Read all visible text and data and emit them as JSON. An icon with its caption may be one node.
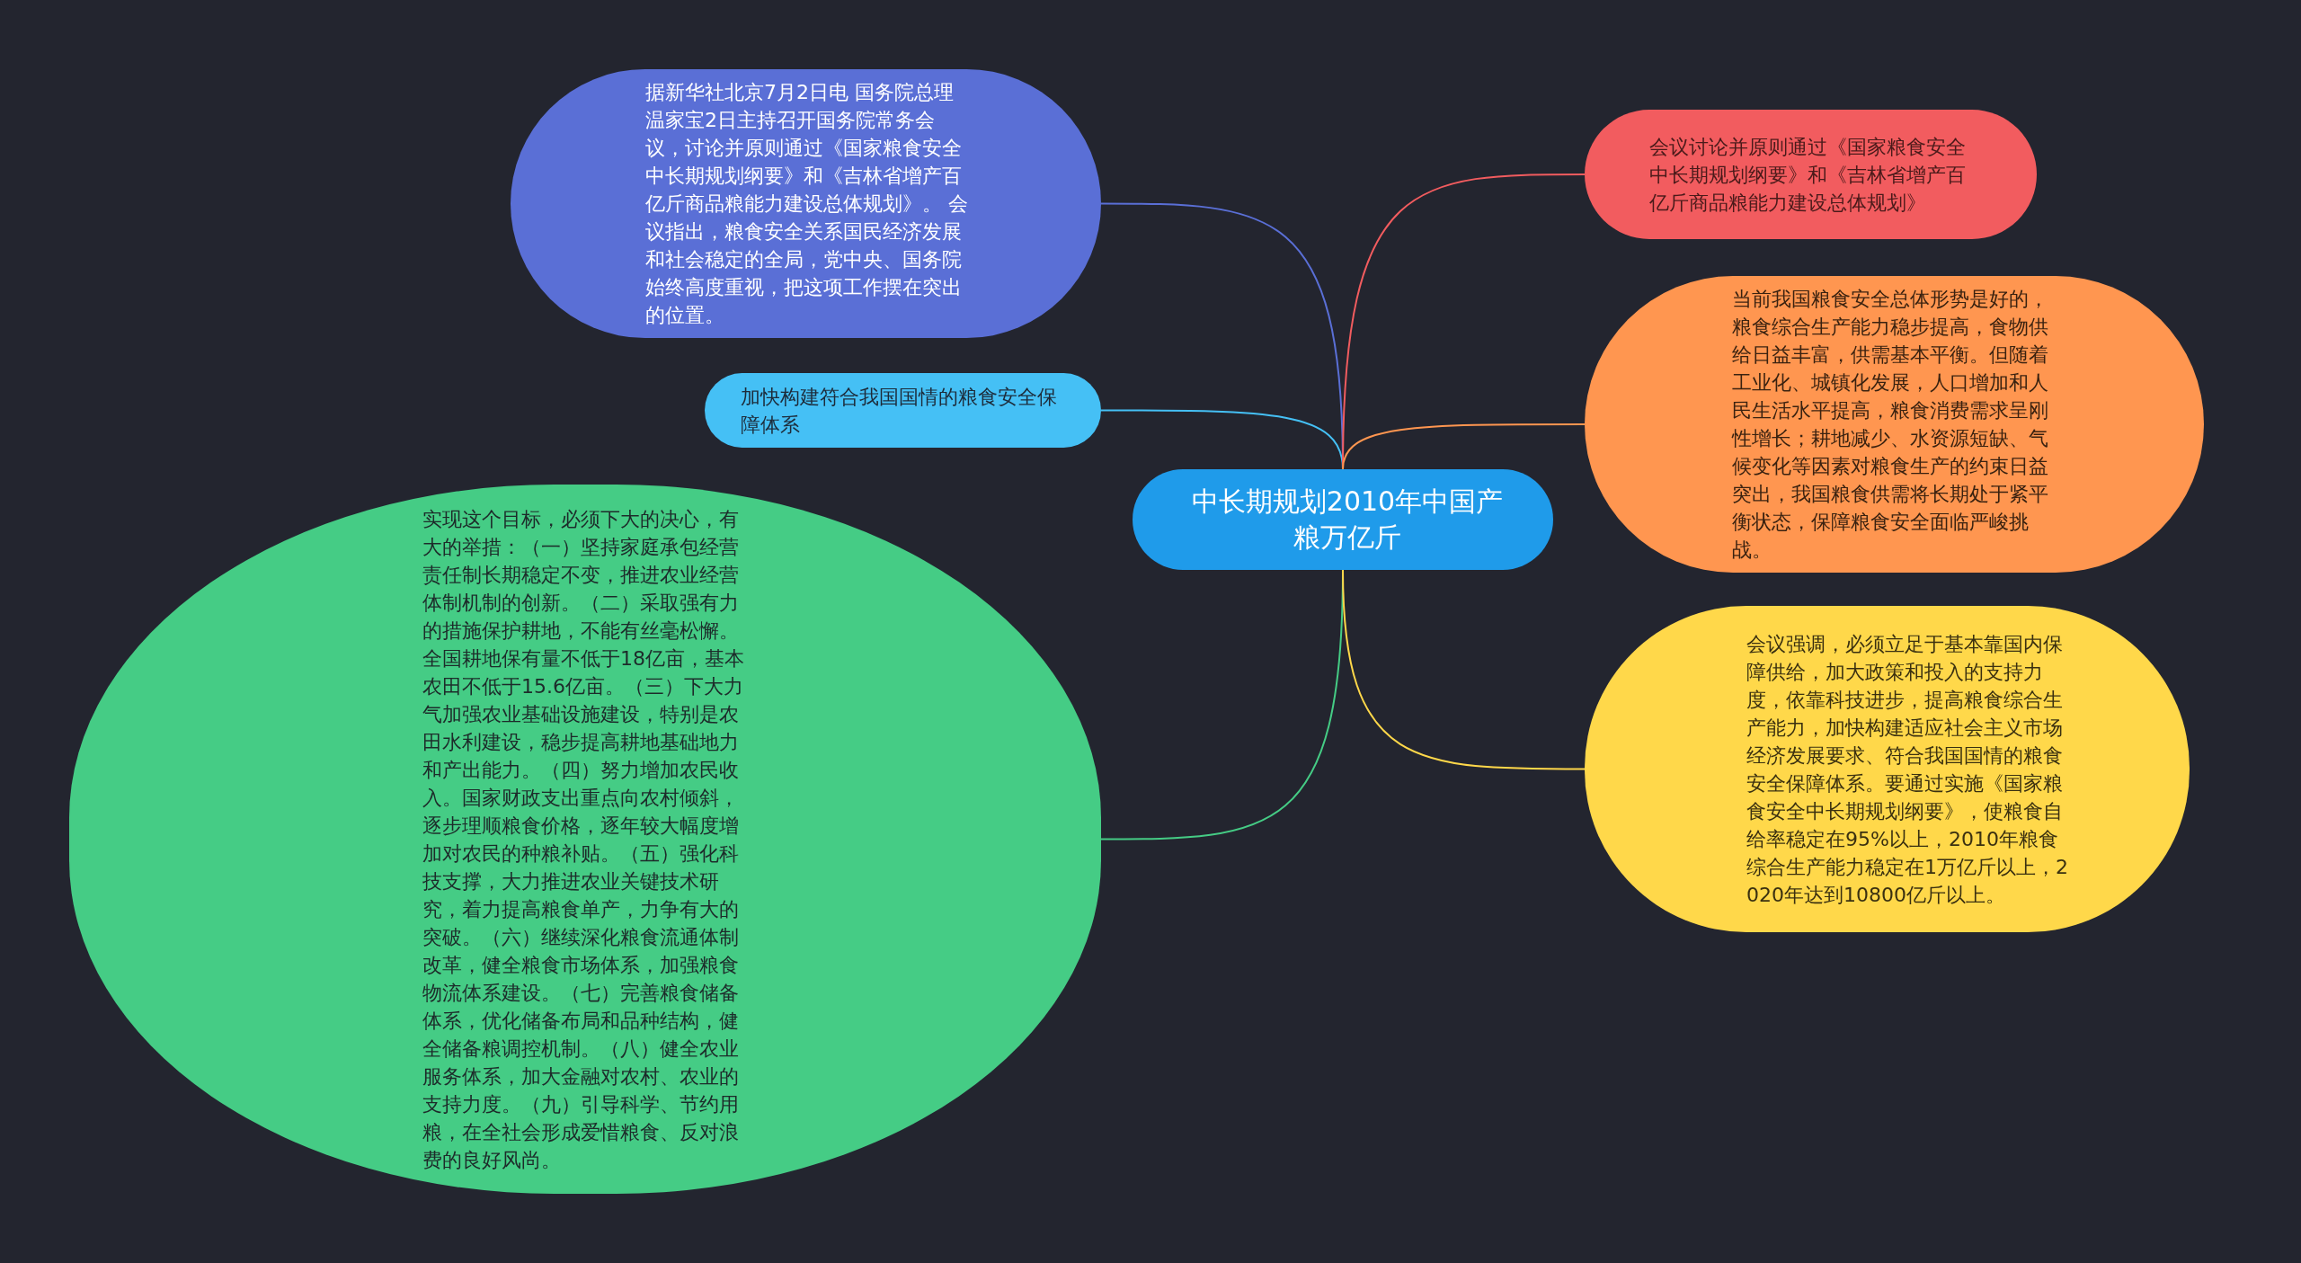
{
  "diagram": {
    "nodes": [
      {
        "text": [
          "中长期规划2010年中国产粮万亿斤"
        ]
      },
      {
        "text": [
          "据新华社北京7月2日电 国务院总理温家宝2日主持召开国务院常务会议，讨论并原则通过《国家粮食安全中长期规划纲要》和《吉林省增产百亿斤商品粮能力建设总体规划》。 会议指出，粮食安全关系国民经济发展和社会稳定的全局，党中央、国务院始终高度重视，把这项工作摆在突出的位置。"
        ]
      },
      {
        "text": [
          "加快构建符合我国国情的粮食安全保障体系"
        ]
      },
      {
        "text": [
          "实现这个目标，必须下大的决心，有大的举措：（一）坚持家庭承包经营责任制长期稳定不变，推进农业经营体制机制的创新。（二）采取强有力的措施保护耕地，不能有丝毫松懈。全国耕地保有量不低于18亿亩，基本农田不低于15.6亿亩。（三）下大力气加强农业基础设施建设，特别是农田水利建设，稳步提高耕地基础地力和产出能力。（四）努力增加农民收入。国家财政支出重点向农村倾斜，逐步理顺粮食价格，逐年较大幅度增加对农民的种粮补贴。（五）强化科技支撑，大力推进农业关键技术研究，着力提高粮食单产，力争有大的突破。（六）继续深化粮食流通体制改革，健全粮食市场体系，加强粮食物流体系建设。（七）完善粮食储备体系，优化储备布局和品种结构，健全储备粮调控机制。（八）健全农业服务体系，加大金融对农村、农业的支持力度。（九）引导科学、节约用粮，在全社会形成爱惜粮食、反对浪费的良好风尚。"
        ]
      },
      {
        "text": [
          "会议讨论并原则通过《国家粮食安全中长期规划纲要》和《吉林省增产百亿斤商品粮能力建设总体规划》"
        ]
      },
      {
        "text": [
          "当前我国粮食安全总体形势是好的，粮食综合生产能力稳步提高，食物供给日益丰富，供需基本平衡。但随着工业化、城镇化发展，人口增加和人民生活水平提高，粮食消费需求呈刚性增长；耕地减少、水资源短缺、气候变化等因素对粮食生产的约束日益突出，我国粮食供需将长期处于紧平衡状态，保障粮食安全面临严峻挑战。"
        ]
      },
      {
        "text": [
          "会议强调，必须立足于基本靠国内保障供给，加大政策和投入的支持力度，依靠科技进步，提高粮食综合生产能力，加快构建适应社会主义市场经济发展要求、符合我国国情的粮食安全保障体系。要通过实施《国家粮食安全中长期规划纲要》，使粮食自给率稳定在95%以上，2010年粮食综合生产能力稳定在1万亿斤以上，2020年达到10800亿斤以上。"
        ]
      }
    ],
    "edges": [
      {
        "from": 0,
        "to": 1,
        "arrow": "none",
        "color": "#5a6fd6"
      },
      {
        "from": 0,
        "to": 2,
        "arrow": "none",
        "color": "#45c0f5"
      },
      {
        "from": 0,
        "to": 3,
        "arrow": "none",
        "color": "#45cc85"
      },
      {
        "from": 0,
        "to": 4,
        "arrow": "none",
        "color": "#f25c5f"
      },
      {
        "from": 0,
        "to": 5,
        "arrow": "none",
        "color": "#ff9650"
      },
      {
        "from": 0,
        "to": 6,
        "arrow": "none",
        "color": "#ffd84a"
      }
    ]
  }
}
